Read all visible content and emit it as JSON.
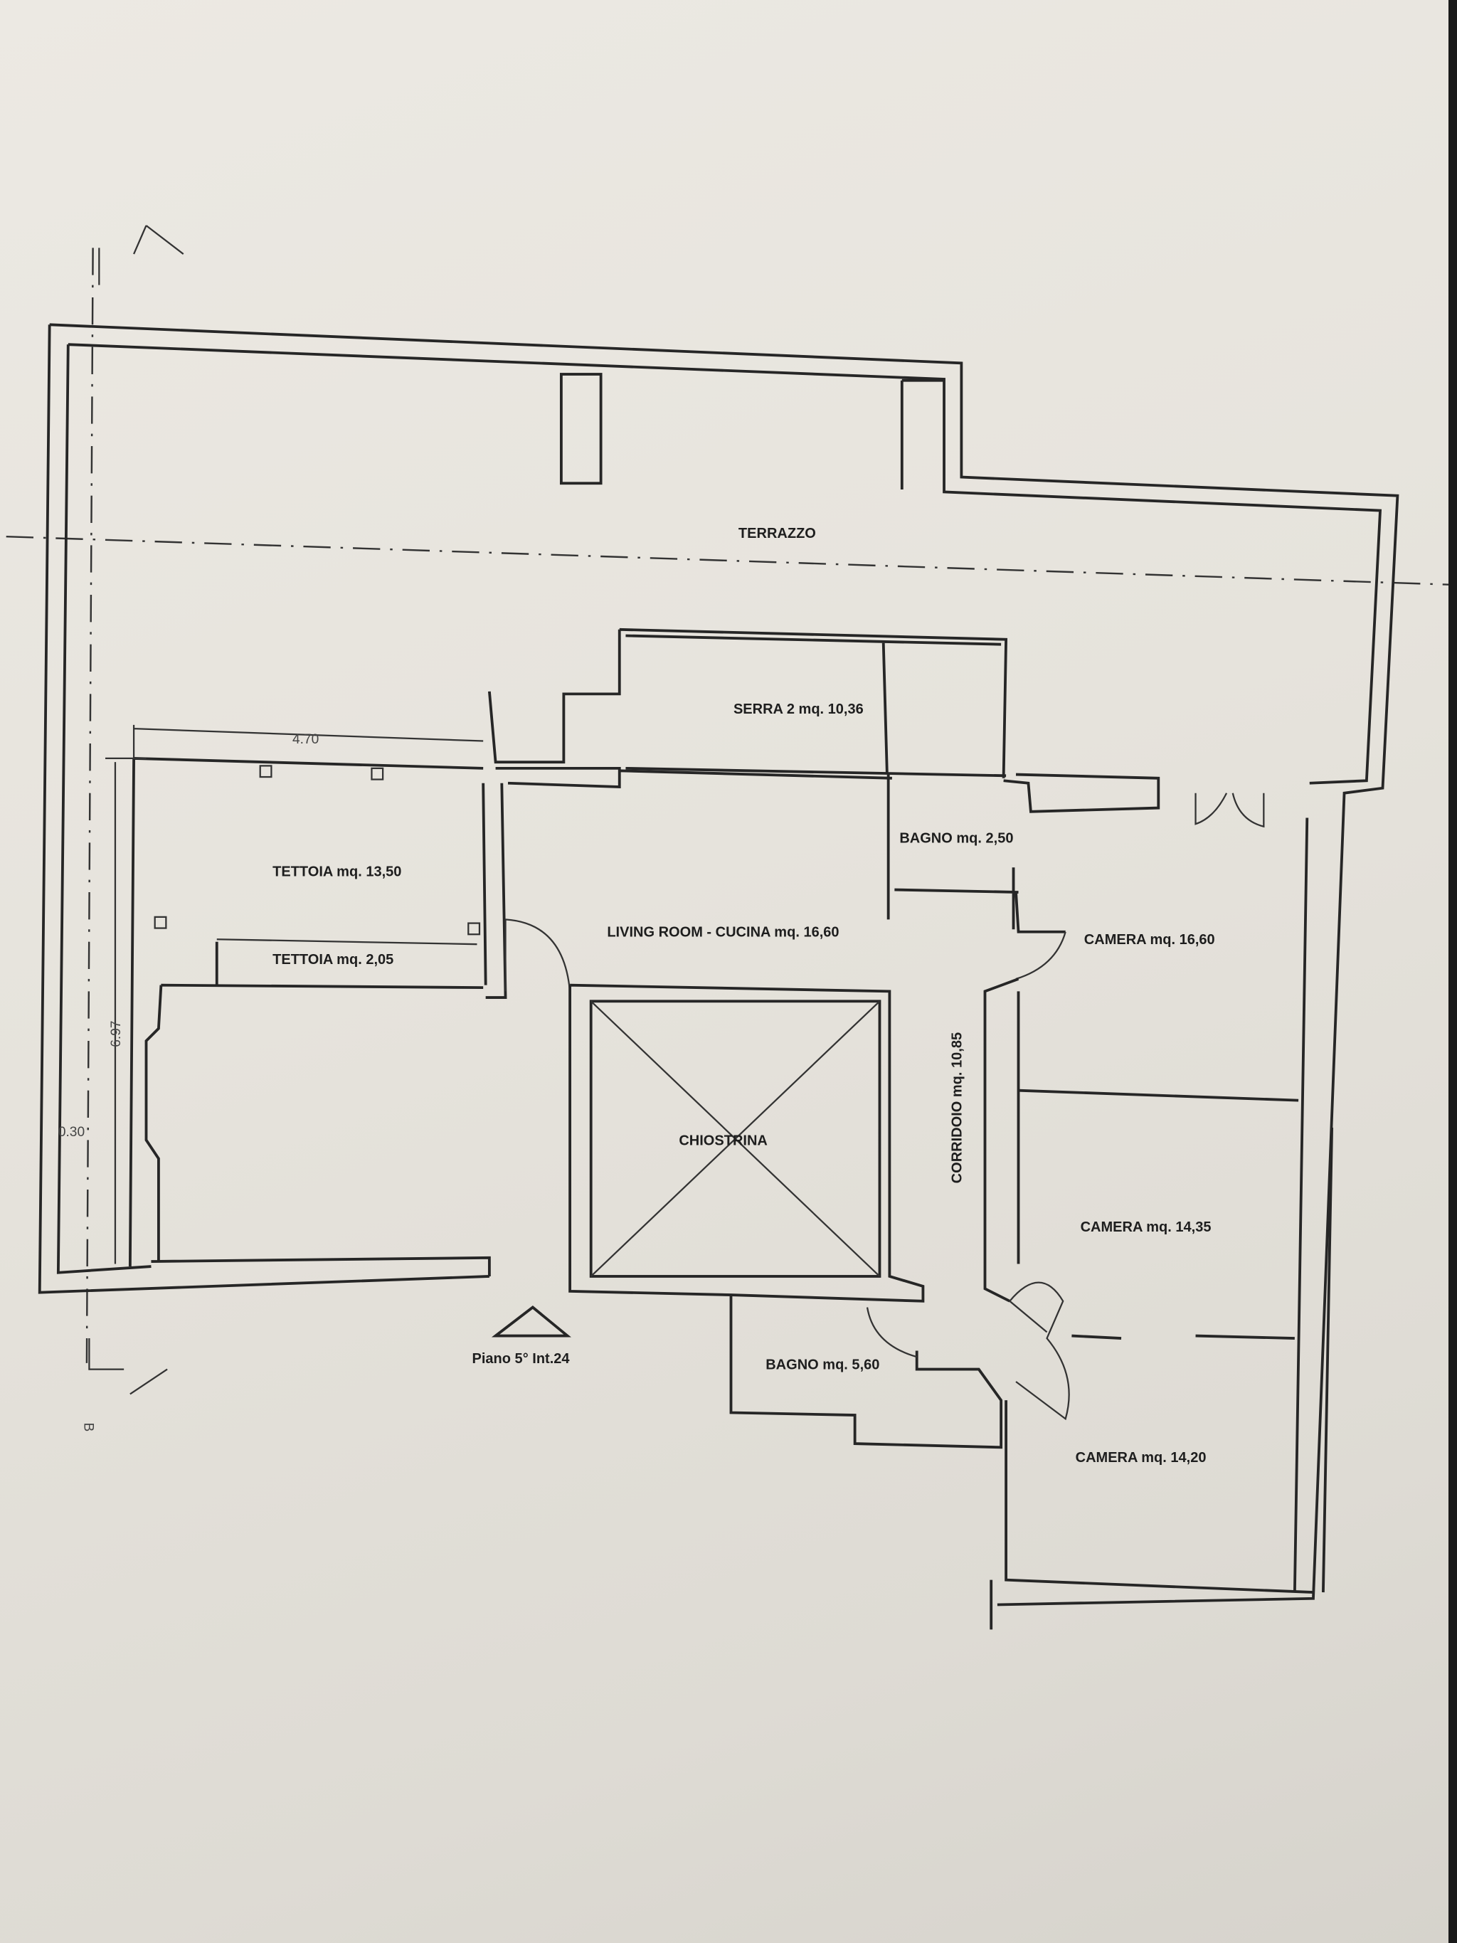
{
  "plan": {
    "rooms": {
      "terrazzo": "TERRAZZO",
      "serra": "SERRA 2 mq. 10,36",
      "bagno_small": "BAGNO mq. 2,50",
      "tettoia_large": "TETTOIA mq. 13,50",
      "tettoia_small": "TETTOIA mq. 2,05",
      "living": "LIVING ROOM - CUCINA mq. 16,60",
      "camera_1": "CAMERA mq. 16,60",
      "chiostrina": "CHIOSTRINA",
      "corridoio": "CORRIDOIO mq. 10,85",
      "camera_2": "CAMERA mq. 14,35",
      "bagno_large": "BAGNO mq. 5,60",
      "camera_3": "CAMERA mq. 14,20"
    },
    "dimensions": {
      "width": "4.70",
      "height": "6.97",
      "offset": "0.30"
    },
    "entrance_label": "Piano 5° Int.24",
    "section_marker": "B"
  }
}
